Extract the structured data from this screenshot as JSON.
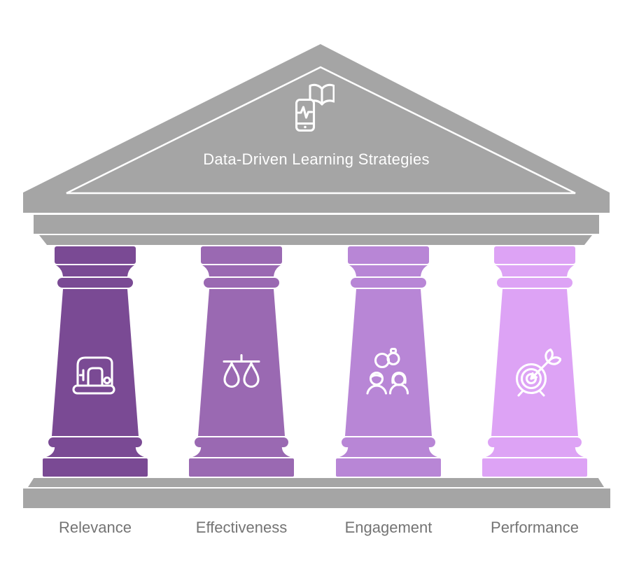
{
  "pediment": {
    "title": "Data-Driven Learning Strategies",
    "icon": "mobile-phone-and-open-book"
  },
  "colors": {
    "structure": "#a5a5a5",
    "icon_stroke": "#ffffff",
    "label_text": "#747474",
    "background": "#ffffff",
    "title_text": "#ffffff"
  },
  "pillars": [
    {
      "label": "Relevance",
      "color": "#7a4a94",
      "icon": "sewing-machine"
    },
    {
      "label": "Effectiveness",
      "color": "#9a69b2",
      "icon": "balance-scale"
    },
    {
      "label": "Engagement",
      "color": "#b886d6",
      "icon": "people-with-rings"
    },
    {
      "label": "Performance",
      "color": "#dda3f5",
      "icon": "target-with-arrow"
    }
  ]
}
